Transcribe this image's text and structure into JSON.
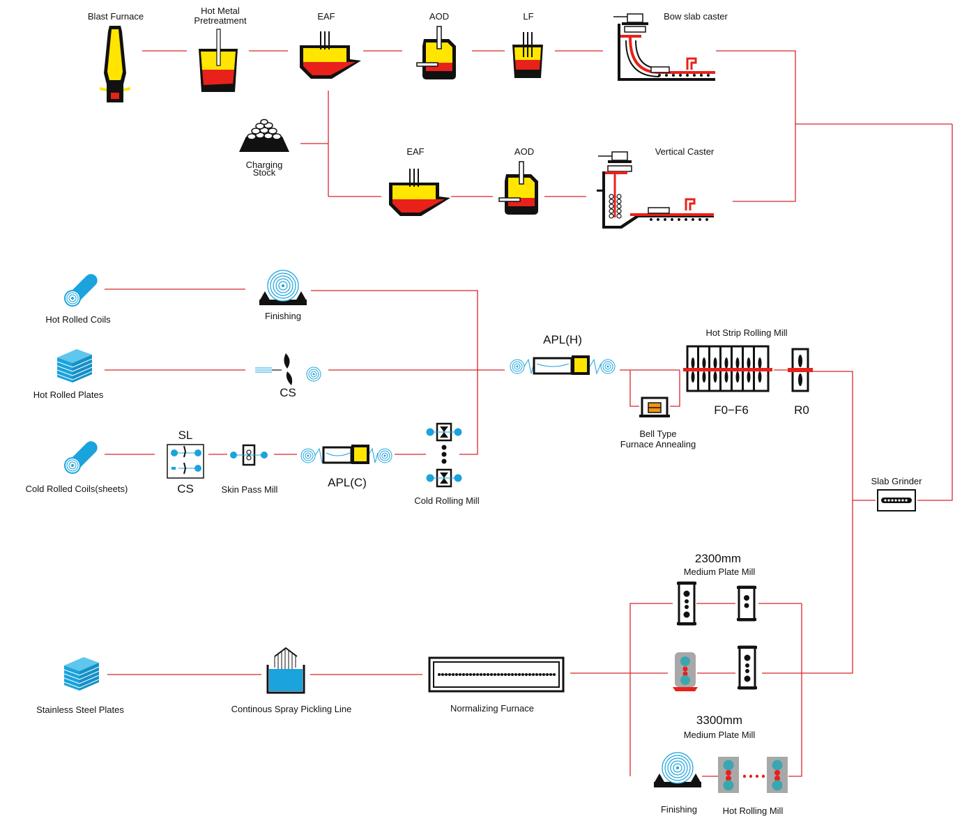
{
  "labels": {
    "blast_furnace": "Blast Furnace",
    "hot_metal_pretreatment_l1": "Hot Metal",
    "hot_metal_pretreatment_l2": "Pretreatment",
    "eaf_top": "EAF",
    "aod_top": "AOD",
    "lf": "LF",
    "bow_slab_caster": "Bow slab caster",
    "charging_stock_l1": "Charging",
    "charging_stock_l2": "Stock",
    "eaf_mid": "EAF",
    "aod_mid": "AOD",
    "vertical_caster": "Vertical Caster",
    "hot_rolled_coils": "Hot Rolled Coils",
    "finishing_top": "Finishing",
    "hot_rolled_plates": "Hot Rolled Plates",
    "cs_mid": "CS",
    "apl_h": "APL(H)",
    "hot_strip_rolling_mill": "Hot Strip Rolling Mill",
    "f0_f6": "F0−F6",
    "r0": "R0",
    "bell_type_l1": "Bell Type",
    "bell_type_l2": "Furnace Annealing",
    "sl": "SL",
    "cs_low": "CS",
    "cold_rolled_coils": "Cold Rolled Coils(sheets)",
    "skin_pass_mill": "Skin Pass Mill",
    "apl_c": "APL(C)",
    "cold_rolling_mill": "Cold Rolling Mill",
    "slab_grinder": "Slab Grinder",
    "mill_2300_size": "2300mm",
    "mill_2300_name": "Medium Plate Mill",
    "mill_3300_size": "3300mm",
    "mill_3300_name": "Medium Plate Mill",
    "stainless_steel_plates": "Stainless Steel Plates",
    "pickling_line": "Continous Spray Pickling Line",
    "normalizing_furnace": "Normalizing Furnace",
    "finishing_bottom": "Finishing",
    "hot_rolling_mill": "Hot Rolling Mill"
  },
  "colors": {
    "connector": "#d8262b",
    "molten_yellow": "#ffe500",
    "molten_red": "#e8211a",
    "coil_blue": "#1aa3dc",
    "teal": "#3aa6b0",
    "grey": "#a8a8a8",
    "ink": "#111111"
  },
  "icons": [
    "blast-furnace-icon",
    "ladle-icon",
    "eaf-icon",
    "aod-converter-icon",
    "lf-ladle-icon",
    "bow-caster-icon",
    "charging-stock-icon",
    "vertical-caster-icon",
    "coil-icon",
    "plates-stack-icon",
    "finishing-coil-icon",
    "cut-shear-icon",
    "annealing-pickling-icon",
    "rolling-mill-stand-icon",
    "bell-furnace-icon",
    "slitter-icon",
    "skin-pass-icon",
    "cold-mill-icon",
    "slab-grinder-icon",
    "pickling-tank-icon",
    "normalizing-furnace-icon"
  ]
}
